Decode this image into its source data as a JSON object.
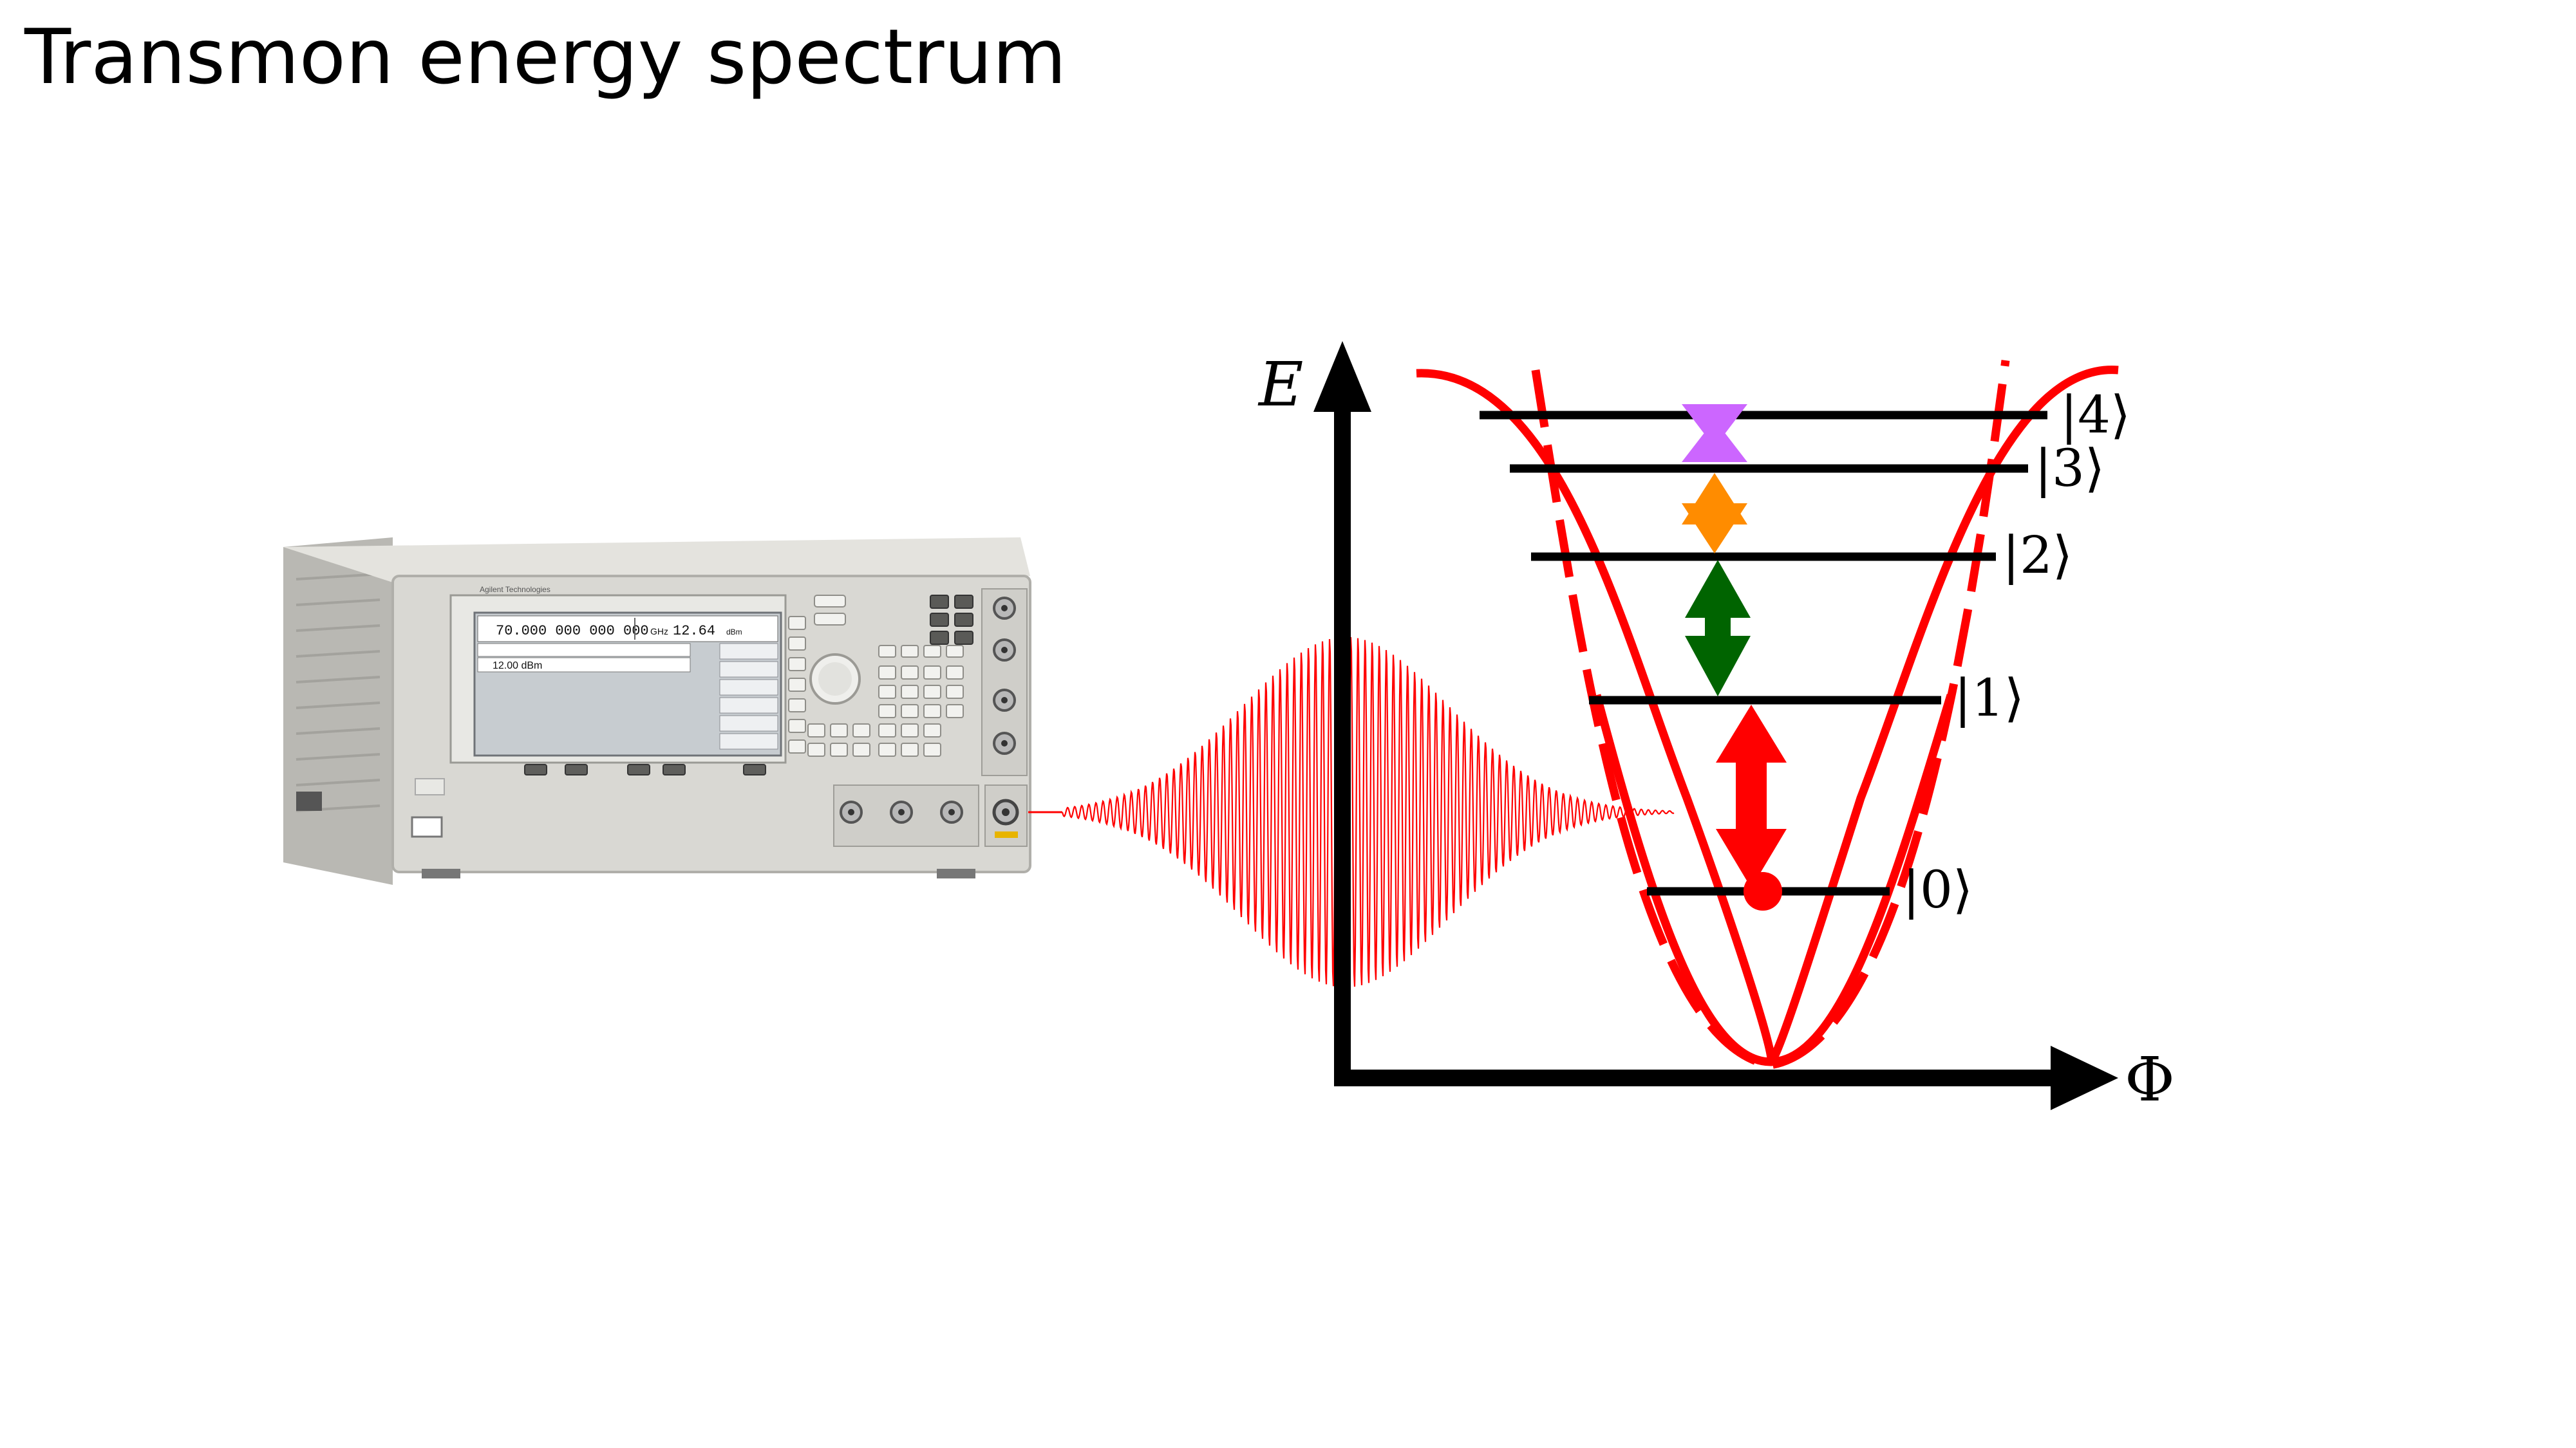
{
  "slide": {
    "title": "Transmon energy spectrum"
  },
  "signal_generator": {
    "frequency_readout": "70.000 000 000 000",
    "frequency_unit": "GHz",
    "amplitude_readout": "12.64",
    "amplitude_unit": "dBm",
    "ampl_entry": "12.00 dBm"
  },
  "axes": {
    "y_label": "E",
    "x_label": "Φ"
  },
  "levels": [
    {
      "label": "|0⟩"
    },
    {
      "label": "|1⟩"
    },
    {
      "label": "|2⟩"
    },
    {
      "label": "|3⟩"
    },
    {
      "label": "|4⟩"
    }
  ],
  "colors": {
    "potential": "#ff0000",
    "pulse": "#ff0000",
    "transition_01": "#ff0000",
    "transition_12": "#006400",
    "transition_23": "#ff8c00",
    "transition_34": "#cc66ff",
    "levels": "#000000",
    "instrument_body": "#d9d8d3",
    "instrument_screen": "#c7ccd0"
  }
}
